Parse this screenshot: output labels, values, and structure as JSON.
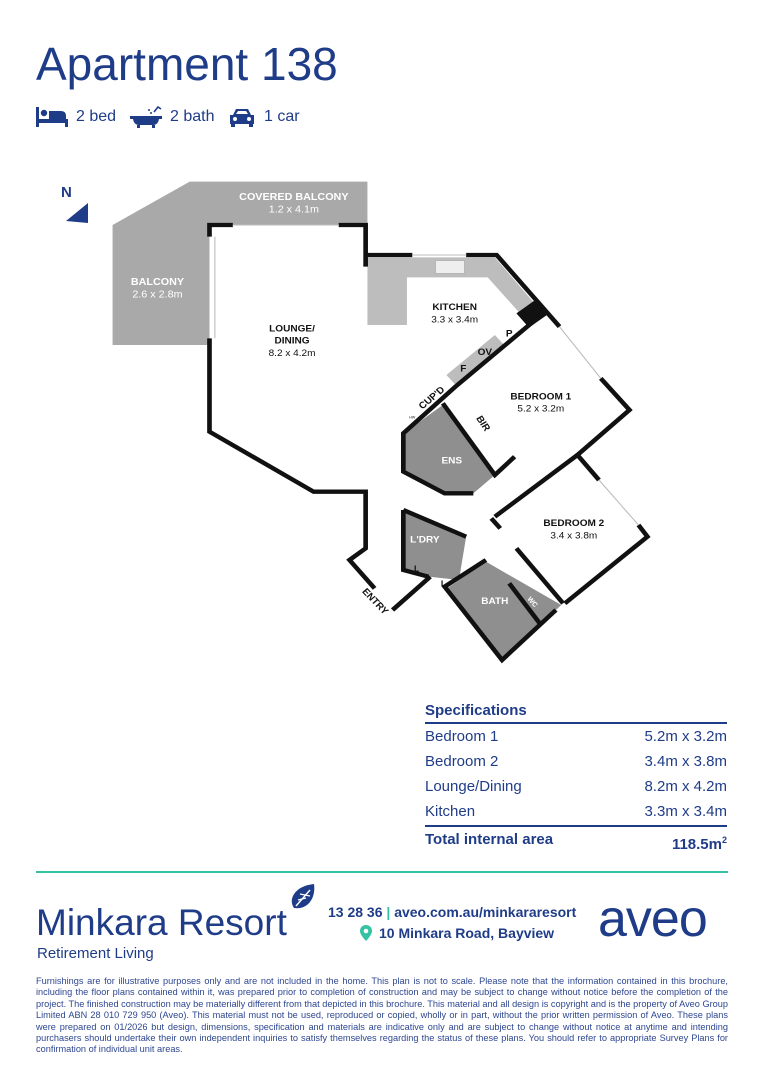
{
  "header": {
    "title": "Apartment 138",
    "features": [
      {
        "icon": "bed-icon",
        "label": "2 bed"
      },
      {
        "icon": "bath-icon",
        "label": "2 bath"
      },
      {
        "icon": "car-icon",
        "label": "1 car"
      }
    ]
  },
  "plan": {
    "north_label": "N",
    "rooms": {
      "covered_balcony": {
        "name": "COVERED BALCONY",
        "size": "1.2 x 4.1m"
      },
      "balcony": {
        "name": "BALCONY",
        "size": "2.6 x 2.8m"
      },
      "lounge": {
        "name1": "LOUNGE/",
        "name2": "DINING",
        "size": "8.2 x 4.2m"
      },
      "kitchen": {
        "name": "KITCHEN",
        "size": "3.3 x 3.4m"
      },
      "bedroom1": {
        "name": "BEDROOM 1",
        "size": "5.2 x 3.2m"
      },
      "bedroom2": {
        "name": "BEDROOM 2",
        "size": "3.4 x 3.8m"
      },
      "ens": "ENS",
      "laundry": "L'DRY",
      "bath": "BATH",
      "wc": "WC",
      "bir": "BIR",
      "cupd": "CUP'D",
      "pantry": "P",
      "oven": "OV",
      "fridge": "F",
      "linen1": "L",
      "linen2": "L",
      "hw": "HW",
      "entry": "ENTRY"
    }
  },
  "specifications": {
    "heading": "Specifications",
    "rows": [
      {
        "label": "Bedroom 1",
        "value": "5.2m x 3.2m"
      },
      {
        "label": "Bedroom 2",
        "value": "3.4m x 3.8m"
      },
      {
        "label": "Lounge/Dining",
        "value": "8.2m x 4.2m"
      },
      {
        "label": "Kitchen",
        "value": "3.3m x 3.4m"
      }
    ],
    "total_label": "Total internal area",
    "total_value": "118.5m",
    "total_unit_sup": "2"
  },
  "footer": {
    "resort_name": "Minkara Resort",
    "resort_sub": "Retirement Living",
    "phone": "13 28 36",
    "separator": "|",
    "website": "aveo.com.au/minkararesort",
    "address": "10 Minkara Road, Bayview",
    "brand_logo": "aveo",
    "disclaimer": "Furnishings are for illustrative purposes only and are not included in the home. This plan is not to scale. Please note that the information contained in this brochure, including the floor plans contained within it, was prepared prior to completion of construction and may be subject to change without notice before the completion of the project. The finished construction may be materially different from that depicted in this brochure. This material and all design is copyright and is the property of Aveo Group Limited ABN 28 010 729 950 (Aveo). This material must not be used, reproduced or copied, wholly or in part, without the prior written permission of Aveo. These plans were prepared on 01/2026 but design, dimensions, specification and materials are indicative only and are subject to change without notice at anytime and intending purchasers should undertake their own independent inquiries to satisfy themselves regarding the status of these plans. You should refer to appropriate Survey Plans for confirmation of individual unit areas."
  },
  "colors": {
    "navy": "#1f3c88",
    "teal": "#34c3a2",
    "wall": "#111111",
    "balcony": "#a9a9a9",
    "wet_area": "#8f8f8f"
  }
}
